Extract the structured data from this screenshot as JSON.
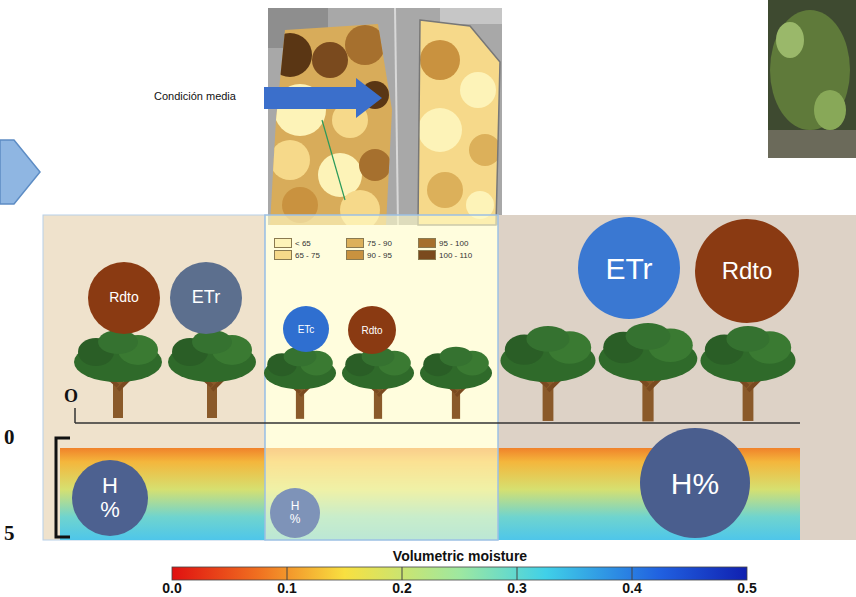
{
  "diagram": {
    "nodes": [
      {
        "text": [
          "Rdto"
        ]
      },
      {
        "text": [
          "ETr"
        ]
      },
      {
        "text": [
          "ETc"
        ]
      },
      {
        "text": [
          "Rdto"
        ]
      },
      {
        "text": [
          "ETr"
        ]
      },
      {
        "text": [
          "Rdto"
        ]
      },
      {
        "text": [
          "H %"
        ]
      },
      {
        "text": [
          "H %"
        ]
      },
      {
        "text": [
          "H%"
        ]
      }
    ],
    "labels": [
      "Condición media",
      "O",
      "0",
      "5",
      "Volumetric moisture",
      "0.0",
      "0.1",
      "0.2",
      "0.3",
      "0.4",
      "0.5"
    ],
    "legend": [
      {
        "text": "< 65",
        "color": "#fdf3b8"
      },
      {
        "text": "65 - 75",
        "color": "#f6d98a"
      },
      {
        "text": "75 - 90",
        "color": "#dcb05a"
      },
      {
        "text": "90 - 95",
        "color": "#c9923f"
      },
      {
        "text": "95 - 100",
        "color": "#a6702e"
      },
      {
        "text": "100 - 110",
        "color": "#7a4a1e"
      }
    ]
  }
}
